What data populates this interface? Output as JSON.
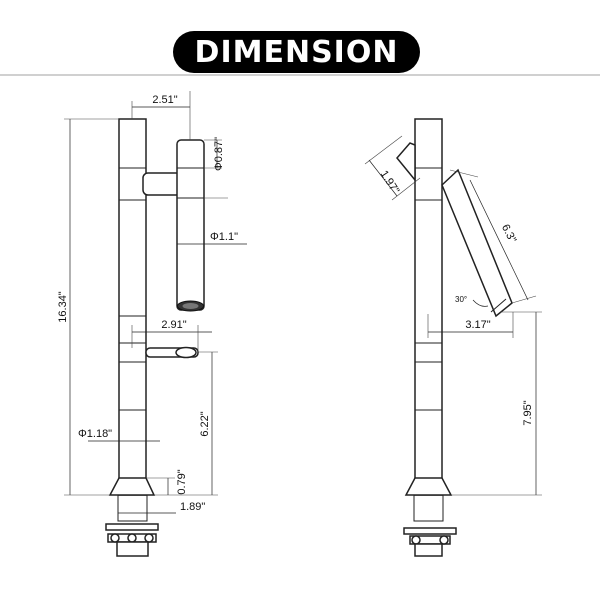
{
  "title": "DIMENSION",
  "colors": {
    "title_bg": "#000000",
    "title_text": "#ffffff",
    "line": "#222222"
  },
  "front_view": {
    "dim_spout_offset": "2.51\"",
    "dim_spout_top_dia": "Φ0.87\"",
    "dim_spout_dia": "Φ1.1\"",
    "dim_total_height": "16.34\"",
    "dim_handle_length": "2.91\"",
    "dim_handle_height": "6.22\"",
    "dim_body_dia": "Φ1.18\"",
    "dim_base_height": "0.79\"",
    "dim_base_width": "1.89\""
  },
  "side_view": {
    "dim_spout_top": "1.97\"",
    "dim_spout_length": "6.3\"",
    "dim_angle": "30°",
    "dim_reach": "3.17\"",
    "dim_spout_height": "7.95\""
  }
}
